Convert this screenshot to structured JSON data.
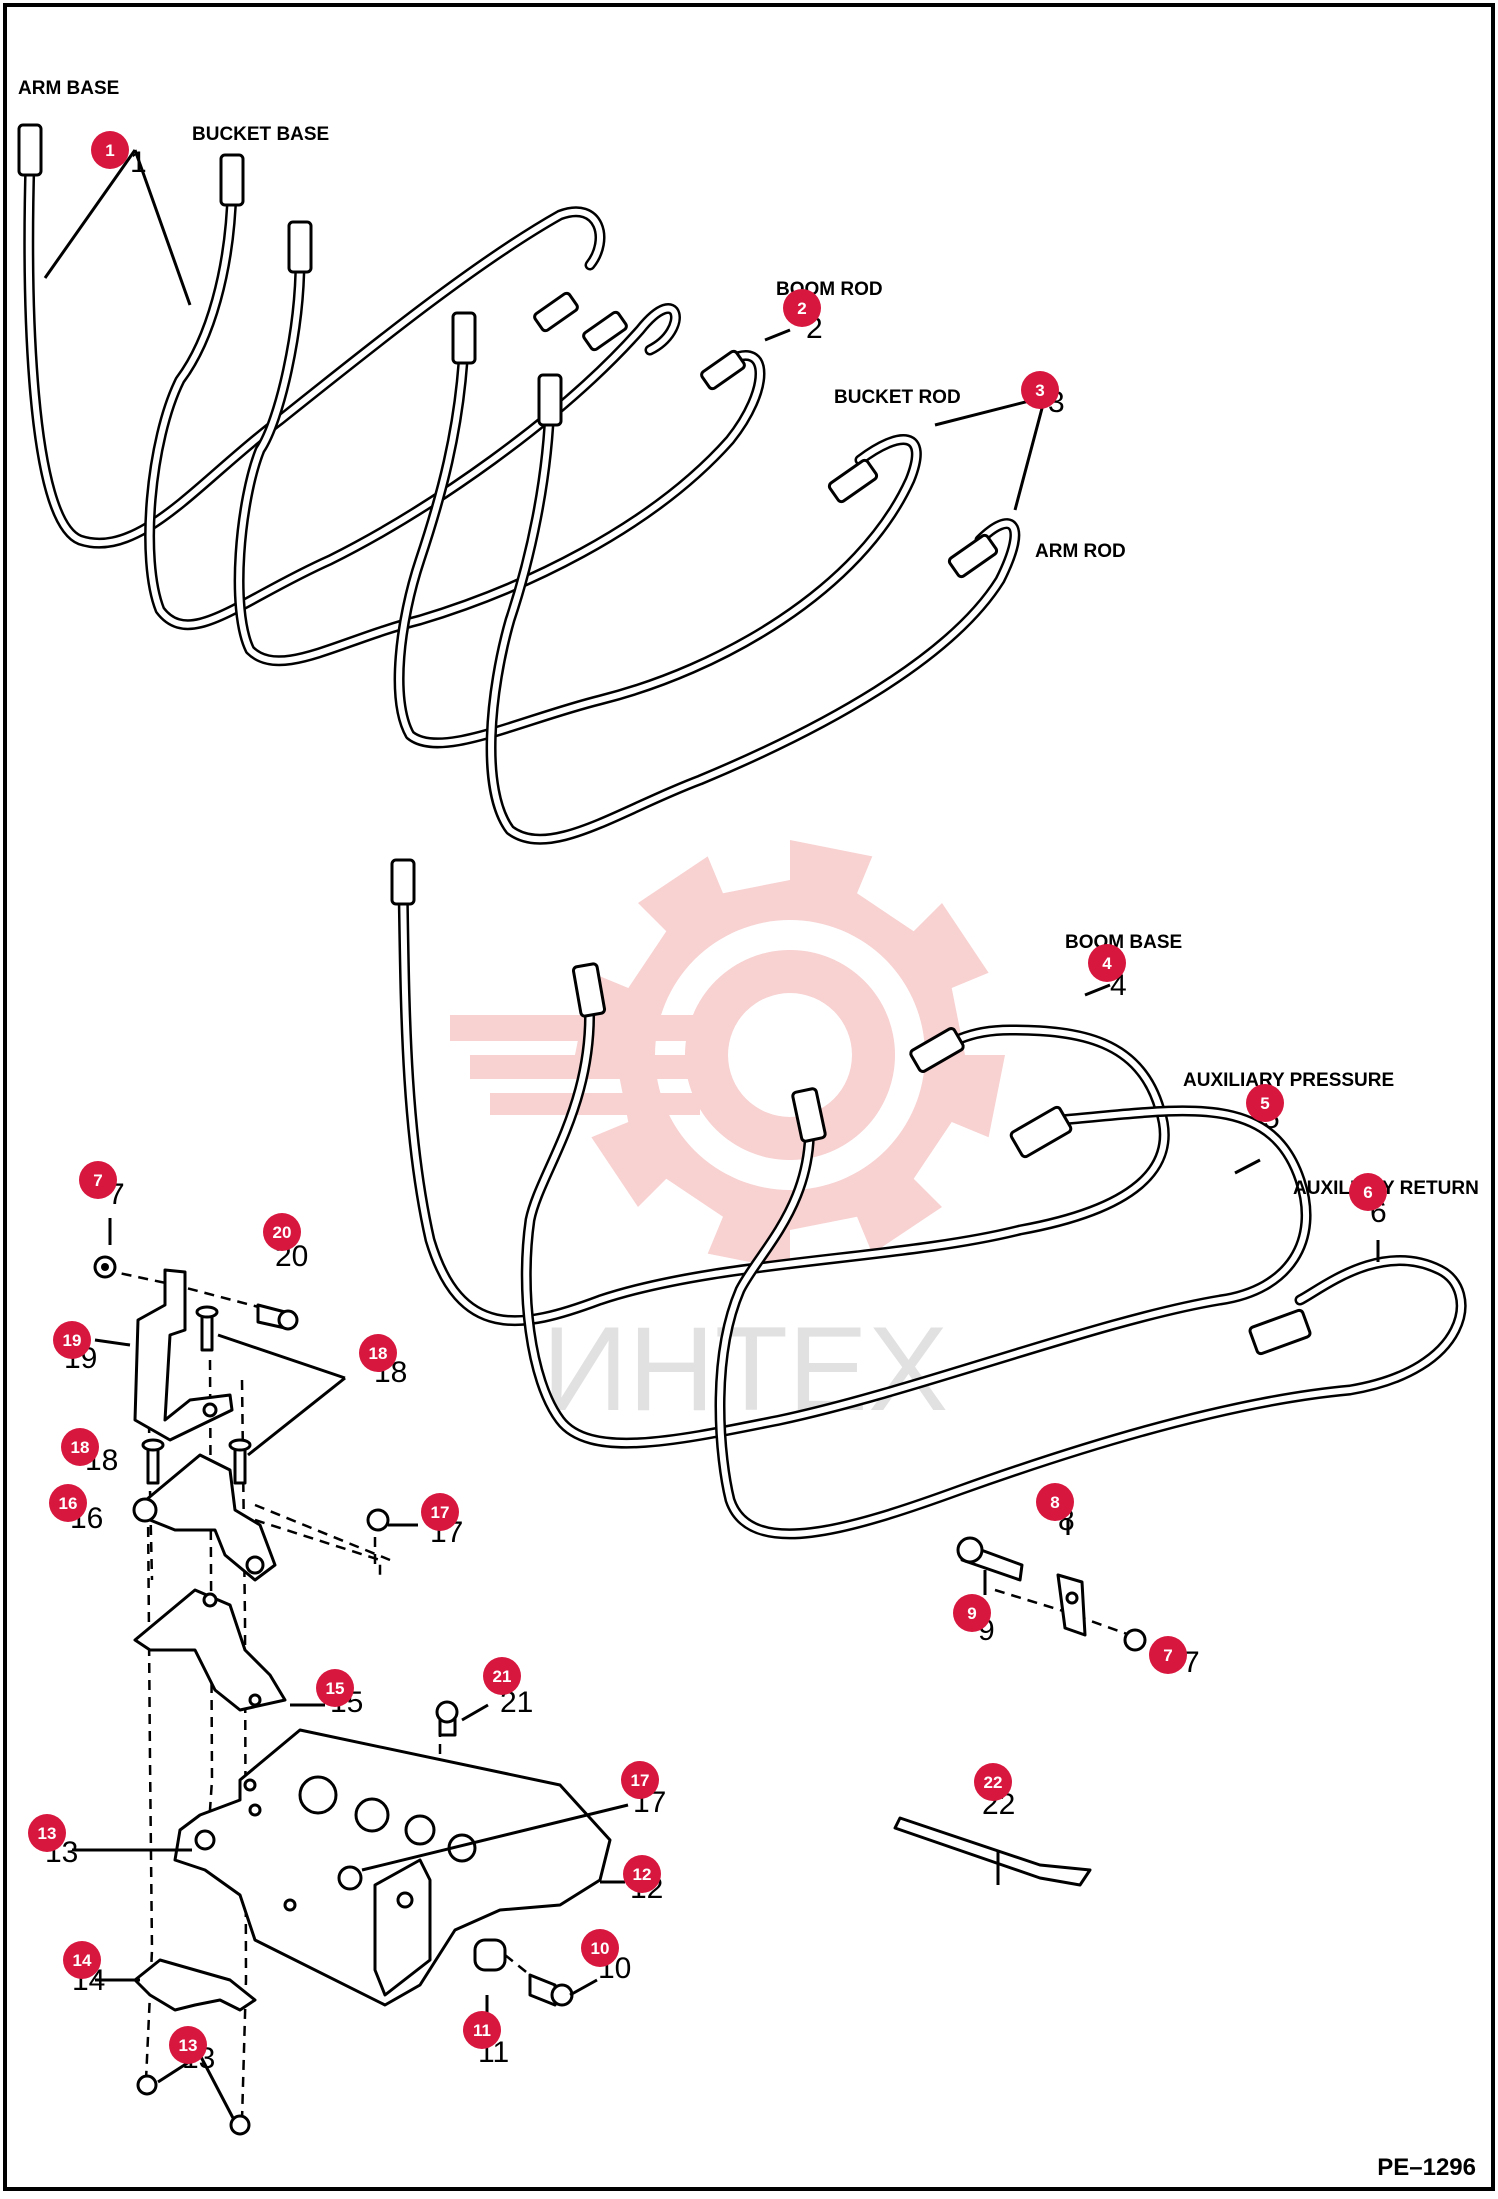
{
  "diagram": {
    "code": "PE–1296",
    "watermark_text": "ИНТЕХ",
    "accent_color": "#d8173f",
    "watermark_color": "#f7c9c9",
    "labels": {
      "arm_base": "ARM BASE",
      "bucket_base": "BUCKET BASE",
      "boom_rod": "BOOM ROD",
      "bucket_rod": "BUCKET ROD",
      "arm_rod": "ARM ROD",
      "boom_base": "BOOM BASE",
      "aux_pressure": "AUXILIARY PRESSURE",
      "aux_return": "AUXILIARY RETURN"
    },
    "callouts": [
      "1",
      "2",
      "3",
      "4",
      "5",
      "6",
      "7",
      "20",
      "19",
      "18",
      "18",
      "16",
      "17",
      "8",
      "9",
      "7",
      "15",
      "21",
      "17",
      "13",
      "12",
      "14",
      "10",
      "11",
      "13",
      "22"
    ]
  }
}
